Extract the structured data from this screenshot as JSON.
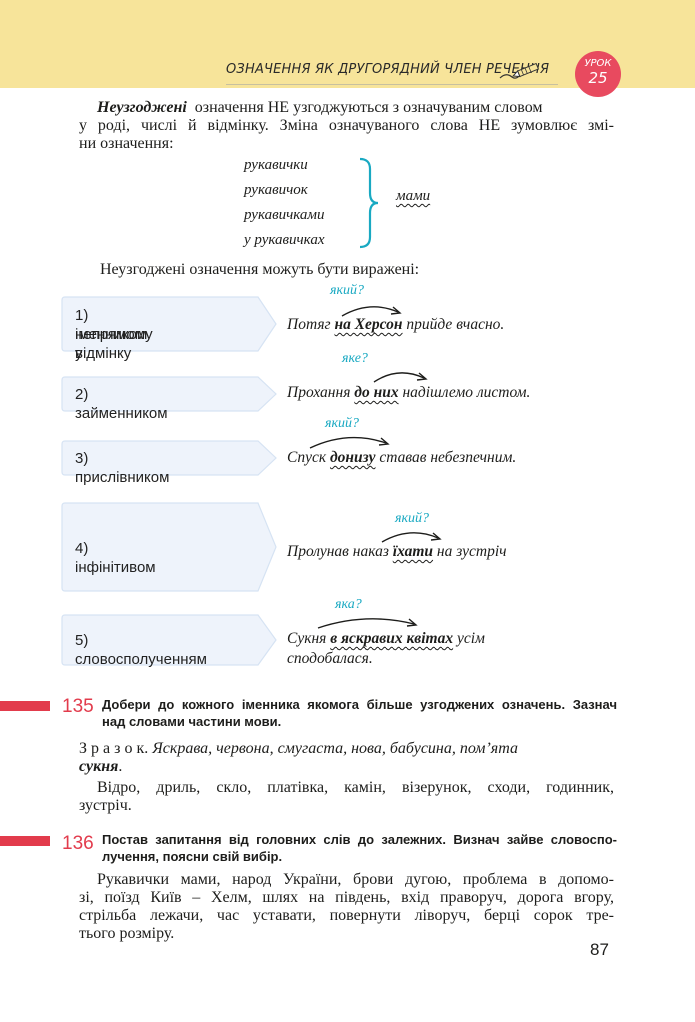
{
  "header": {
    "title": "ОЗНАЧЕННЯ ЯК ДРУГОРЯДНИЙ ЧЛЕН РЕЧЕННЯ",
    "lesson_label": "УРОК",
    "lesson_number": "25"
  },
  "intro": {
    "term": "Неузгоджені",
    "line1_rest": "означення НЕ узгоджуються з означуваним словом",
    "line2": "у роді, числі й відмінку. Зміна означуваного слова НЕ зумовлює змі-",
    "line3": "ни означення:"
  },
  "example_forms": {
    "words": [
      "рукавички",
      "рукавичок",
      "рукавичками",
      "у рукавичках"
    ],
    "fixed_word": "мами"
  },
  "expressed_intro": "Неузгоджені означення можуть бути виражені:",
  "types": [
    {
      "label": "1) іменником у непрямому відмінку",
      "label_line1": "1) іменником у",
      "label_line2": "непрямому відмінку",
      "question": "який?",
      "before": "Потяг ",
      "highlight": "на Херсон",
      "after": " прийде вчасно."
    },
    {
      "label": "2) займенником",
      "question": "яке?",
      "before": "Прохання ",
      "highlight": "до них",
      "after": " надішлемо листом."
    },
    {
      "label": "3) прислівником",
      "question": "який?",
      "before": "Спуск ",
      "highlight": "донизу",
      "after": " ставав небезпечним."
    },
    {
      "label": "4) інфінітивом",
      "question": "який?",
      "before": "Пролунав наказ ",
      "highlight": "їхати",
      "after": " на зустріч"
    },
    {
      "label": "5) словосполученням",
      "question": "яка?",
      "before": "Сукня ",
      "highlight": "в яскравих квітах",
      "after": " усім",
      "line2": "сподобалася."
    }
  ],
  "exercise_135": {
    "number": "135",
    "task_line1": "Добери до кожного іменника якомога більше узгоджених означень. Зазнач",
    "task_line2": "над словами частини мови.",
    "sample_label": "З р а з о к.",
    "sample_text": "Яскрава, червона, смугаста, нова, бабусина, пом’ята",
    "sample_noun": "сукня",
    "words_line1": "Відро, дриль, скло, платівка, камін, візерунок, сходи, годинник,",
    "words_line2": "зустріч."
  },
  "exercise_136": {
    "number": "136",
    "task_line1": "Постав запитання від головних слів до залежних. Визнач зайве словоспо-",
    "task_line2": "лучення, поясни свій вибір.",
    "text_line1": "Рукавички мами, народ України, брови дугою, проблема в допомо-",
    "text_line2": "зі, поїзд Київ – Хелм, шлях на південь, вхід праворуч, дорога вгору,",
    "text_line3": "стрільба лежачи, час уставати, повернути ліворуч, берці сорок тре-",
    "text_line4": "тього розміру."
  },
  "page_number": "87",
  "colors": {
    "header_band": "#f7e49a",
    "accent_red": "#e23b4c",
    "question_blue": "#19a9c2",
    "box_fill": "#eef3fb"
  }
}
